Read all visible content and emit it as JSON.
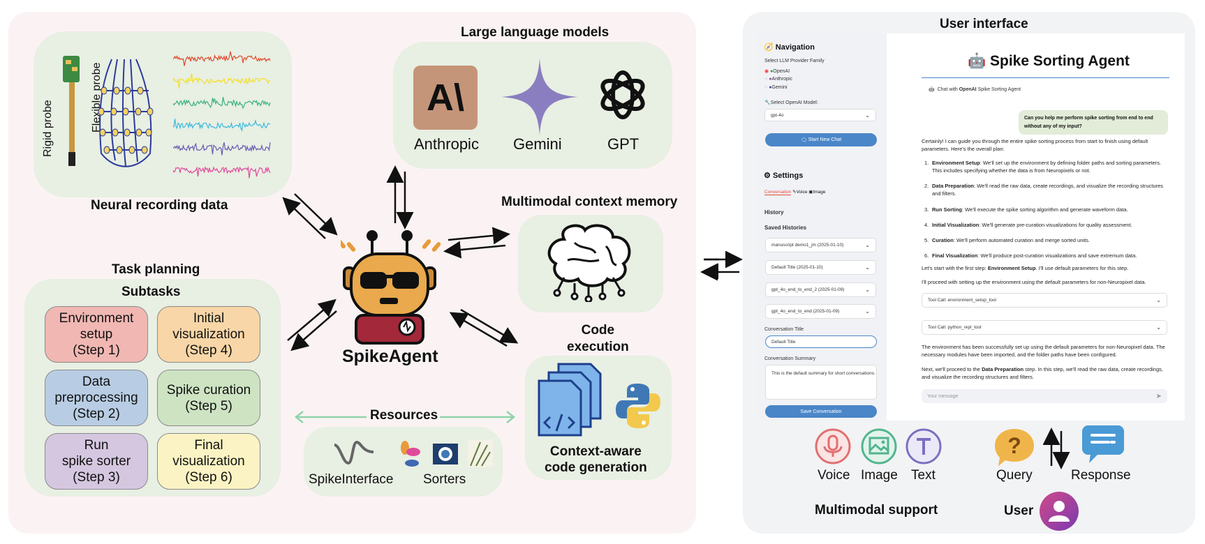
{
  "titles": {
    "neural": "Neural recording data",
    "llm": "Large language models",
    "memory": "Multimodal context memory",
    "task_planning": "Task planning",
    "subtasks": "Subtasks",
    "code_execution": "Code\nexecution",
    "code_gen": "Context-aware\ncode generation",
    "resources": "Resources",
    "agent": "SpikeAgent",
    "ui": "User interface",
    "multimodal_support": "Multimodal support",
    "user": "User"
  },
  "probes": {
    "rigid": "Rigid probe",
    "flexible": "Flexible probe"
  },
  "llms": [
    "Anthropic",
    "Gemini",
    "GPT"
  ],
  "subtasks": [
    {
      "label": "Environment\nsetup\n(Step 1)",
      "color": "#f1b7b3"
    },
    {
      "label": "Initial\nvisualization\n(Step 4)",
      "color": "#f8d6a7"
    },
    {
      "label": "Data\npreprocessing\n(Step 2)",
      "color": "#b8cde4"
    },
    {
      "label": "Spike curation\n(Step 5)",
      "color": "#cde3c2"
    },
    {
      "label": "Run\nspike sorter\n(Step 3)",
      "color": "#d5c7e0"
    },
    {
      "label": "Final\nvisualization\n(Step 6)",
      "color": "#fbf3c3"
    }
  ],
  "resources": {
    "spikeinterface": "SpikeInterface",
    "sorters": "Sorters"
  },
  "traces": [
    "#e0482a",
    "#f2df2a",
    "#38b27a",
    "#3bbadf",
    "#6a5bb0",
    "#e04a9a"
  ],
  "ui": {
    "nav_title": "Navigation",
    "provider_label": "Select LLM Provider Family",
    "providers": [
      "OpenAI",
      "Anthropic",
      "Gemini"
    ],
    "model_label": "Select OpenAI Model:",
    "model_value": "gpt-4o",
    "new_chat": "Start New Chat",
    "settings_title": "Settings",
    "tabs": [
      "Conversation",
      "Voice",
      "Image"
    ],
    "history": "History",
    "saved_histories": "Saved Histories",
    "histories": [
      "manuscript demo1_jm (2025-01-10)",
      "Default Title (2025-01-10)",
      "gpt_4o_end_to_end_2 (2025-01-09)",
      "gpt_4o_end_to_end (2025-01-09)"
    ],
    "conv_title_label": "Conversation Title",
    "conv_title_value": "Default Title",
    "conv_summary_label": "Conversation Summary",
    "conv_summary_value": "This is the default summary for short conversations.",
    "save_button": "Save Conversation",
    "app_title": "Spike Sorting Agent",
    "chat_with_pre": "Chat with ",
    "chat_with_bold": "OpenAI",
    "chat_with_post": " Spike Sorting Agent",
    "user_msg": "Can you help me perform spike sorting from end to end without any of my input?",
    "reply_intro": "Certainly! I can guide you through the entire spike sorting process from start to finish using default parameters. Here's the overall plan:",
    "plan": [
      {
        "n": "1.",
        "head": "Environment Setup",
        "body": ": We'll set up the environment by defining folder paths and sorting parameters. This includes specifying whether the data is from Neuropixels or not."
      },
      {
        "n": "2.",
        "head": "Data Preparation",
        "body": ": We'll read the raw data, create recordings, and visualize the recording structures and filters."
      },
      {
        "n": "3.",
        "head": "Run Sorting",
        "body": ": We'll execute the spike sorting algorithm and generate waveform data."
      },
      {
        "n": "4.",
        "head": "Initial Visualization",
        "body": ": We'll generate pre-curation visualizations for quality assessment."
      },
      {
        "n": "5.",
        "head": "Curation",
        "body": ": We'll perform automated curation and merge sorted units."
      },
      {
        "n": "6.",
        "head": "Final Visualization",
        "body": ": We'll produce post-curation visualizations and save extremum data."
      }
    ],
    "start_pre": "Let's start with the first step: ",
    "start_bold": "Environment Setup",
    "start_post": ". I'll use default parameters for this step.",
    "proceed": "I'll proceed with setting up the environment using the default parameters for non-Neuropixel data.",
    "tool1": "Tool Call: environment_setup_tool",
    "tool2": "Tool Call: python_repl_tool",
    "env_done": "The environment has been successfully set up using the default parameters for non-Neuropixel data. The necessary modules have been imported, and the folder paths have been configured.",
    "next_pre": "Next, we'll proceed to the ",
    "next_bold": "Data Preparation",
    "next_post": " step. In this step, we'll read the raw data, create recordings, and visualize the recording structures and filters.",
    "input_placeholder": "Your message"
  },
  "multimodal": [
    "Voice",
    "Image",
    "Text"
  ],
  "query": "Query",
  "response": "Response"
}
